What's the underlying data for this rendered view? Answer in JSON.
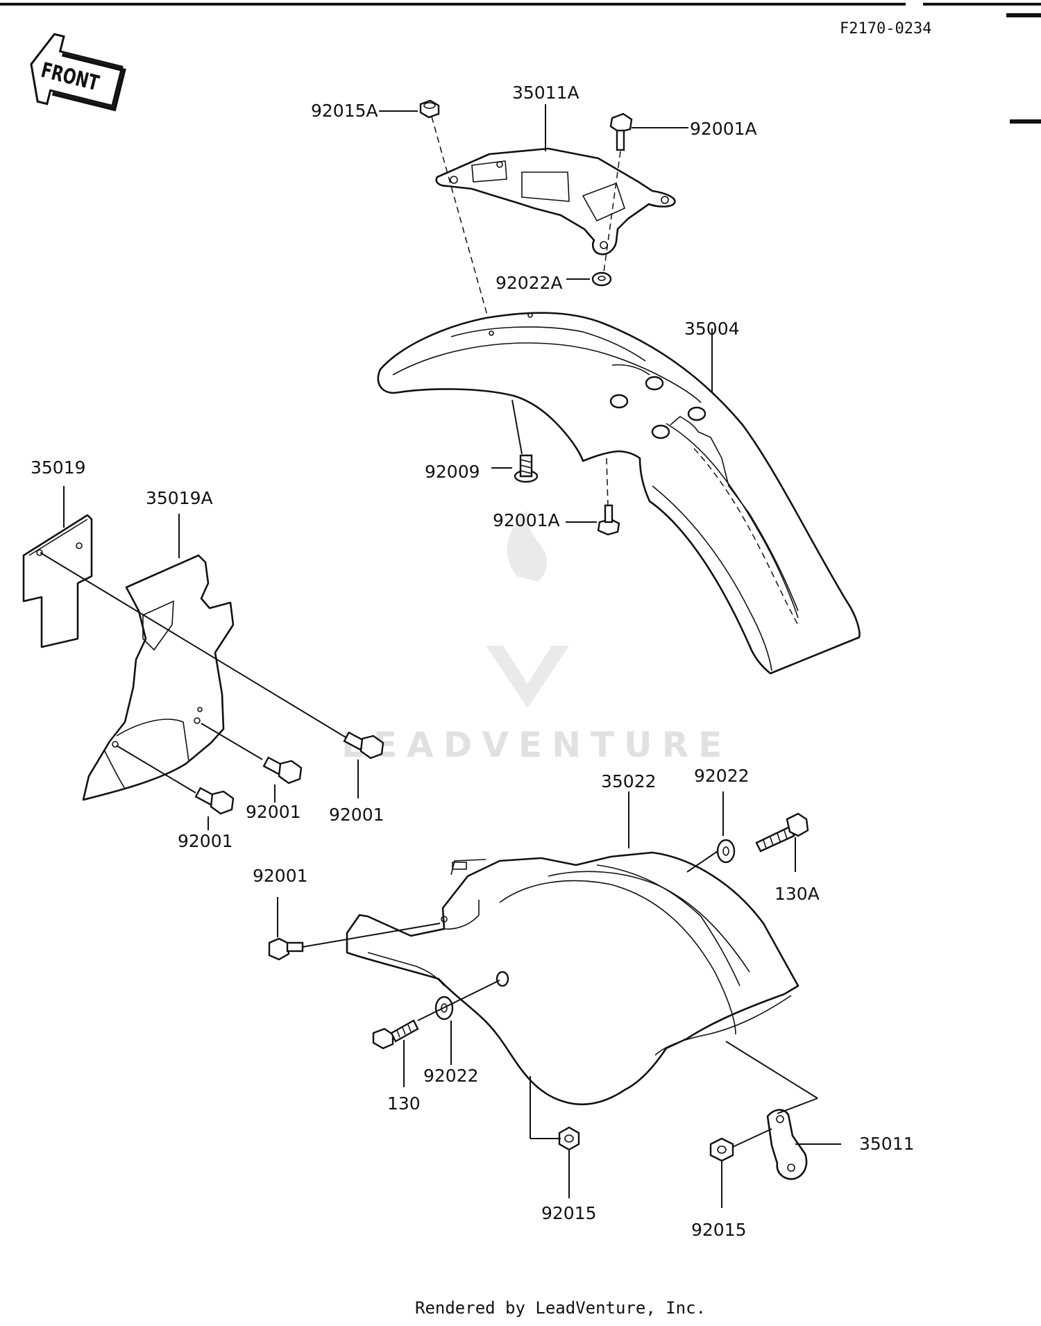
{
  "diagram_code": "F2170-0234",
  "front_label": "FRONT",
  "watermark": "LEADVENTURE",
  "footer": "Rendered by LeadVenture, Inc.",
  "labels": {
    "p92015A": "92015A",
    "p35011A": "35011A",
    "p92001A_top": "92001A",
    "p92022A": "92022A",
    "p35004": "35004",
    "p92009": "92009",
    "p92001A_bottom": "92001A",
    "p35019": "35019",
    "p35019A": "35019A",
    "p92001_a": "92001",
    "p92001_b": "92001",
    "p92001_c": "92001",
    "p35022": "35022",
    "p92022_top": "92022",
    "p130A": "130A",
    "p92001_rear": "92001",
    "p130": "130",
    "p92022_bottom": "92022",
    "p92015_left": "92015",
    "p92015_right": "92015",
    "p35011": "35011"
  }
}
